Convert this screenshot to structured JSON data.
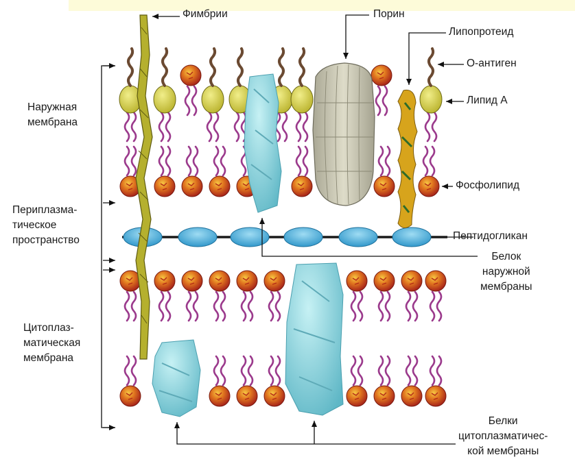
{
  "labels": {
    "fimbriae": "Фимбрии",
    "porin": "Порин",
    "lipoprotein": "Липопротеид",
    "o_antigen": "О-антиген",
    "lipid_a": "Липид А",
    "phospholipid": "Фосфолипид",
    "peptidoglycan": "Пептидогликан",
    "outer_membrane_protein": "Белок\nнаружной\nмембраны",
    "outer_membrane": "Наружная\nмембрана",
    "periplasmic_space": "Периплазма-\nтическое\nпространство",
    "cytoplasmic_membrane": "Цитоплаз-\nматическая\nмембрана",
    "cytoplasmic_membrane_proteins": "Белки\nцитоплазматичес-\nкой мембраны"
  },
  "colors": {
    "head_red": "#c0321a",
    "head_yellow": "#f2b41e",
    "tail_purple": "#9b3a8c",
    "lipid_a_yellow": "#d8d24a",
    "o_antigen_brown": "#6b4a32",
    "protein_cyan": "#8ed6de",
    "porin_gray": "#c9c7b6",
    "lipoprotein_gold": "#d4a017",
    "fimbriae_olive": "#a9a52a",
    "peptidoglycan_blue": "#3ea7d6"
  }
}
